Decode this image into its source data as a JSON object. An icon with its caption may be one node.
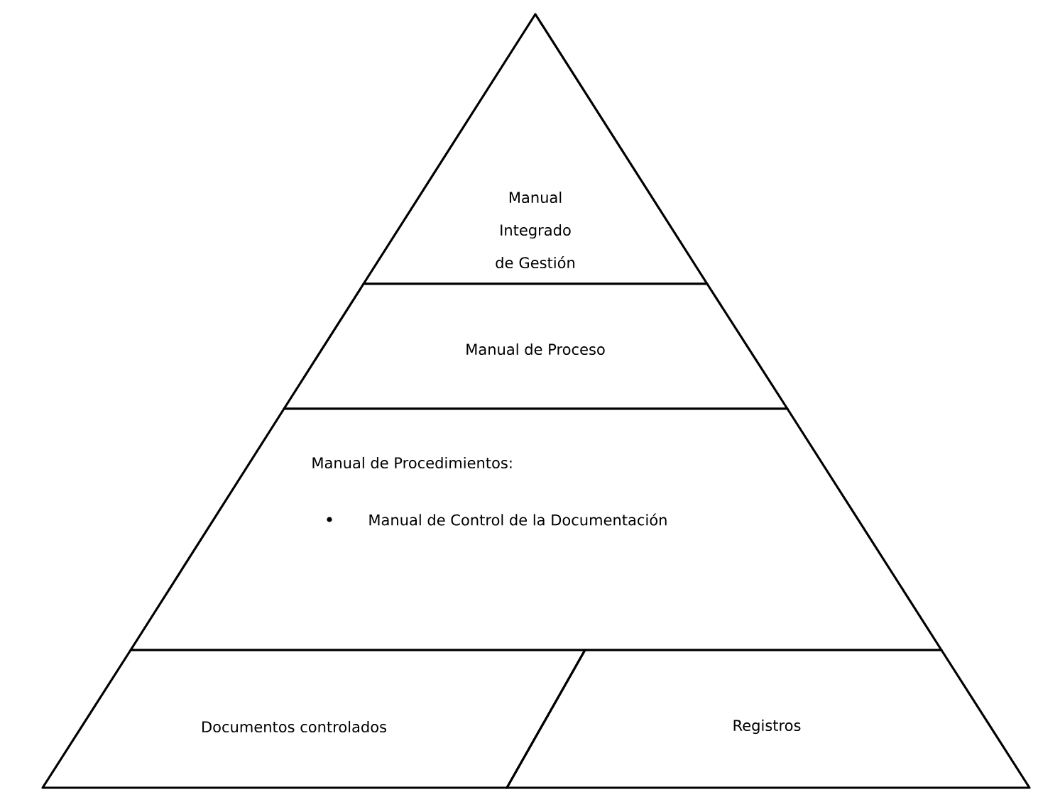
{
  "diagram": {
    "nodes": [
      {
        "text": [
          "Manual Integrado de Gestión"
        ]
      },
      {
        "text": [
          "Manual de Proceso"
        ]
      },
      {
        "text": [
          "Manual de Procedimientos:",
          "Manual de Control de la Documentación"
        ]
      },
      {
        "text": [
          "Documentos controlados"
        ]
      },
      {
        "text": [
          "Registros"
        ]
      }
    ]
  }
}
